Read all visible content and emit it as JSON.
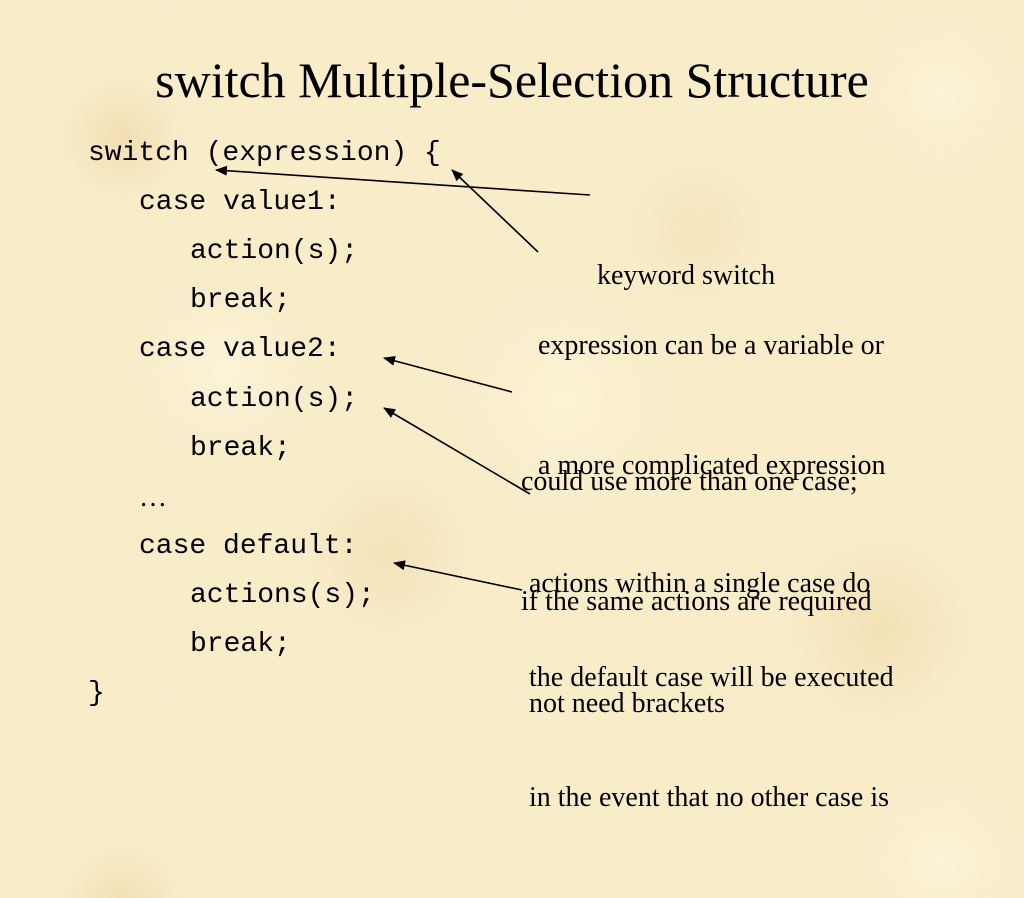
{
  "slide": {
    "title": "switch Multiple-Selection Structure",
    "code_lines": [
      "switch (expression) {",
      "case value1:",
      "action(s);",
      "break;",
      "case value2:",
      "action(s);",
      "break;",
      "…",
      "case default:",
      "actions(s);",
      "break;",
      "}"
    ],
    "annotations": [
      {
        "lines": [
          "keyword switch"
        ]
      },
      {
        "lines": [
          "expression can be a variable or",
          "a more complicated expression"
        ]
      },
      {
        "lines": [
          "could use more than one case;",
          "if the same actions are required"
        ]
      },
      {
        "lines": [
          "actions within a single case do",
          "not need brackets"
        ]
      },
      {
        "lines": [
          "the default case will be executed",
          "in the event that no other case is"
        ]
      }
    ],
    "colors": {
      "background": "#f8ecc9",
      "text": "#000000",
      "arrow": "#000000"
    }
  }
}
